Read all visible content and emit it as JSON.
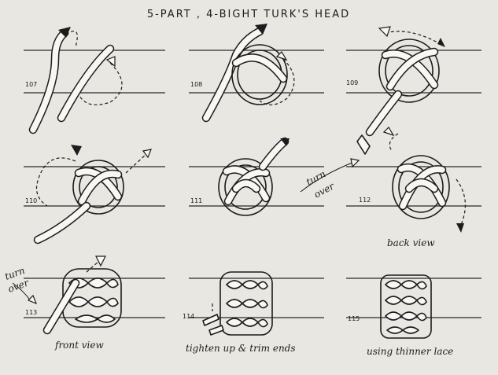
{
  "title": "5-PART , 4-BIGHT TURK'S HEAD",
  "steps": [
    {
      "number": "107",
      "caption": ""
    },
    {
      "number": "108",
      "caption": ""
    },
    {
      "number": "109",
      "caption": ""
    },
    {
      "number": "110",
      "caption": ""
    },
    {
      "number": "111",
      "caption": ""
    },
    {
      "number": "112",
      "caption": "back view"
    },
    {
      "number": "113",
      "caption": "front view"
    },
    {
      "number": "114",
      "caption": "tighten up & trim ends"
    },
    {
      "number": "115",
      "caption": "using thinner lace"
    }
  ],
  "annotations": {
    "turn_over_1": "turn",
    "turn_over_2": "over",
    "turn_over_3": "turn",
    "turn_over_4": "over"
  }
}
